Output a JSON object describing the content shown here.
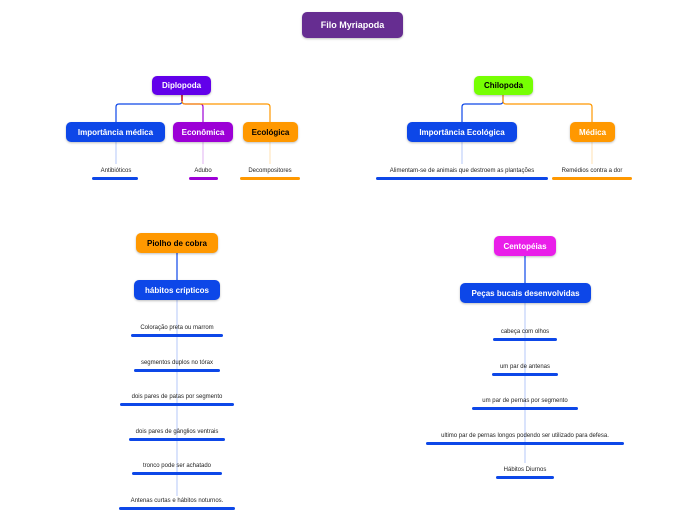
{
  "root": {
    "label": "Filo Myriapoda",
    "color": "#662d91"
  },
  "diplopoda": {
    "label": "Diplopoda",
    "color": "#6200ea",
    "branches": [
      {
        "label": "Importância médica",
        "color": "#0d47e8",
        "leaf": "Antibióticos"
      },
      {
        "label": "Econômica",
        "color": "#9c00d6",
        "leaf": "Adubo"
      },
      {
        "label": "Ecológica",
        "color": "#ff9800",
        "leaf": "Decompositores"
      }
    ]
  },
  "chilopoda": {
    "label": "Chilopoda",
    "color": "#76ff03",
    "branches": [
      {
        "label": "Importância Ecológica",
        "color": "#0d47e8",
        "leaf": "Alimentam-se de animais que destroem as plantações"
      },
      {
        "label": "Médica",
        "color": "#ff9800",
        "leaf": "Remédios contra a dor"
      }
    ]
  },
  "piolho": {
    "label": "Piolho de cobra",
    "color": "#ff9800",
    "child": {
      "label": "hábitos crípticos",
      "color": "#0d47e8"
    },
    "items": [
      "Coloração preta ou marrom",
      "segmentos duplos no tórax",
      "dois pares de patas por segmento",
      "dois pares de gânglios ventrais",
      "tronco pode ser achatado",
      "Antenas curtas e hábitos noturnos."
    ]
  },
  "centopeias": {
    "label": "Centopéias",
    "color": "#e91ee9",
    "child": {
      "label": "Peças bucais desenvolvidas",
      "color": "#0d47e8"
    },
    "items": [
      "cabeça com olhos",
      "um par de antenas",
      "um par de pernas por segmento",
      "ultimo par de pernas longos podendo ser utilizado para defesa.",
      "Hábitos Diurnos"
    ]
  }
}
